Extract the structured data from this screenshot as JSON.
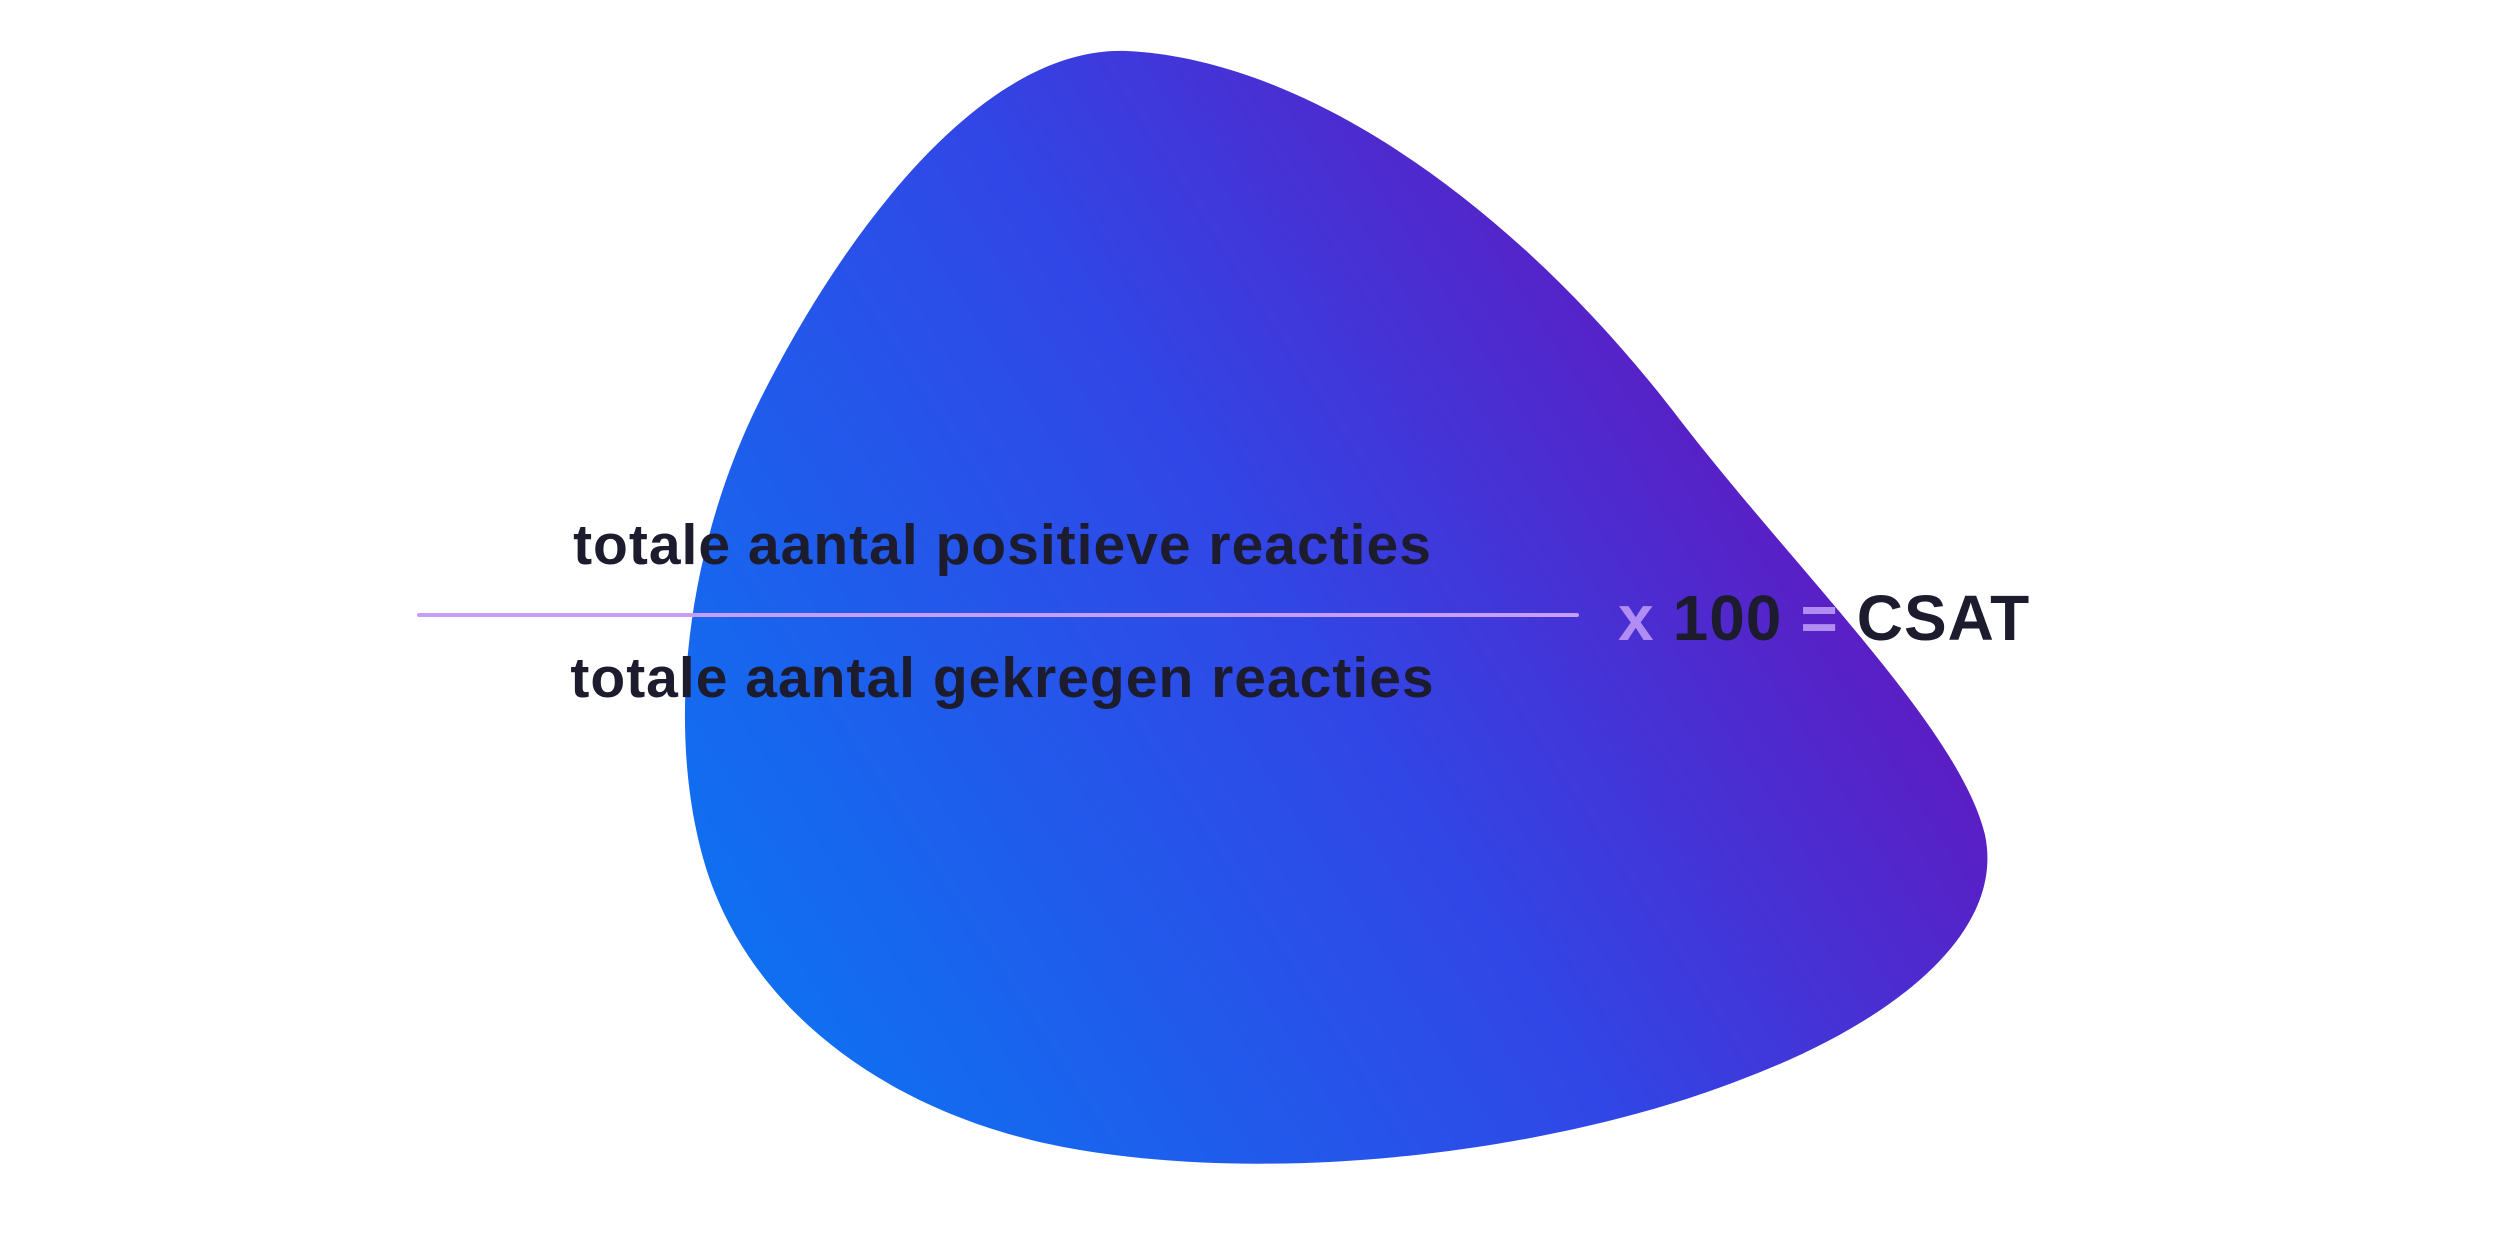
{
  "formula": {
    "numerator": "totale aantal positieve reacties",
    "denominator": "totale aantal gekregen reacties",
    "multiply_operator": "x",
    "multiplier_value": "100",
    "equals_sign": "=",
    "result": "CSAT"
  },
  "colors": {
    "background": "#ffffff",
    "text_dark": "#1c1c2e",
    "operator": "#b18cf2",
    "fraction_line": "#c79ef5",
    "blob_gradient_start": "#0c74f2",
    "blob_gradient_mid": "#3146e6",
    "blob_gradient_end": "#6e0bb4"
  }
}
